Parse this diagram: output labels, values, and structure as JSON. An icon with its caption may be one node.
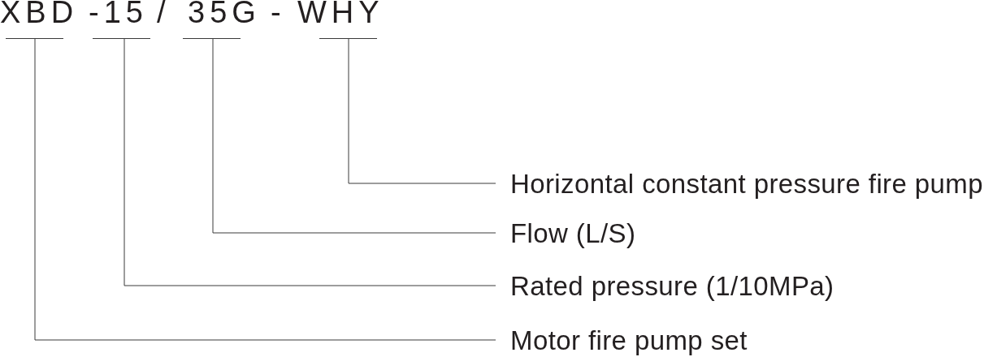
{
  "diagram": {
    "nodes": [
      {
        "text": [
          "XBD"
        ]
      },
      {
        "text": [
          "-15"
        ]
      },
      {
        "text": [
          "35G"
        ]
      },
      {
        "text": [
          "WHY"
        ]
      },
      {
        "text": [
          "Horizontal constant pressure fire pump"
        ]
      },
      {
        "text": [
          "Flow (L/S)"
        ]
      },
      {
        "text": [
          "Rated pressure (1/10MPa)"
        ]
      },
      {
        "text": [
          "Motor fire pump set"
        ]
      }
    ],
    "edges": [
      {
        "from": 3,
        "to": 4,
        "arrow": "none"
      },
      {
        "from": 2,
        "to": 5,
        "arrow": "none"
      },
      {
        "from": 1,
        "to": 6,
        "arrow": "none"
      },
      {
        "from": 0,
        "to": 7,
        "arrow": "none"
      }
    ],
    "labels": [
      "/",
      "-"
    ]
  }
}
